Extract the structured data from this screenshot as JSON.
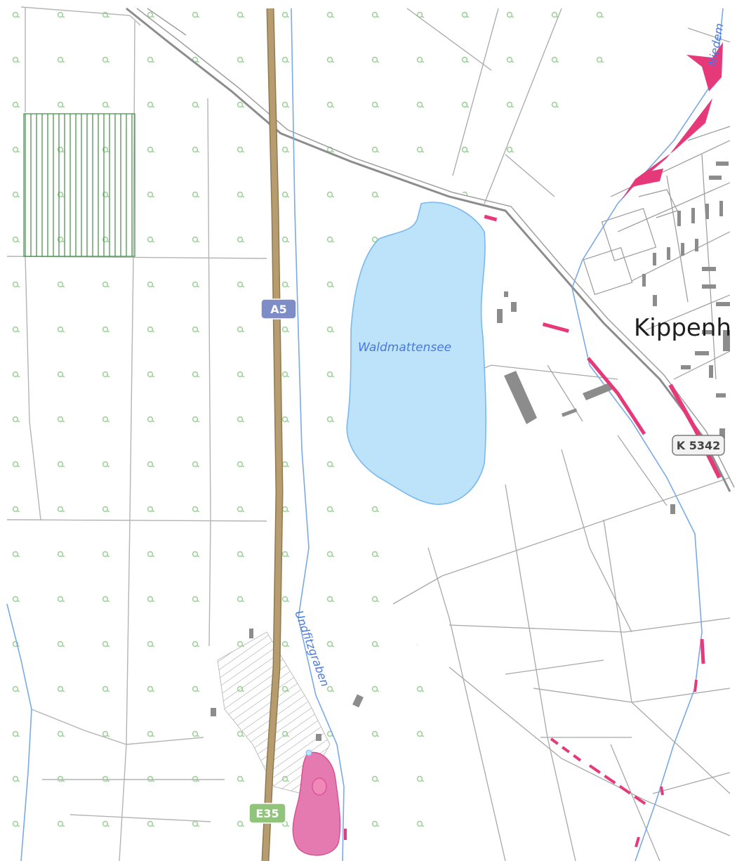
{
  "map": {
    "labels": {
      "lake": "Waldmattensee",
      "town": "Kippenh",
      "stream_west": "Undfitzgraben",
      "stream_northeast": "Niedem"
    },
    "road_shields": {
      "motorway": "A5",
      "european_route": "E35",
      "district_road": "K 5342"
    },
    "colors": {
      "background": "#ffffff",
      "lake_fill": "#bde3fa",
      "lake_outline": "#7ab8ef",
      "stream": "#7aa9e8",
      "motorway": "#b79c6f",
      "motorway_casing": "#8f7a52",
      "road": "#a8a8a8",
      "railway": "#8c8c8c",
      "forest_symbol": "#9fd49a",
      "hatch_area": "#3f8a46",
      "buildings": "#8c8c8c",
      "protected_area": "#e5397a",
      "protected_area_fill": "#e57ab0",
      "shield_motorway_bg": "#7e8dc6",
      "shield_eroute_bg": "#8fc47a",
      "shield_k_bg": "#f2f2f2"
    },
    "icons": [
      "forest-symbol",
      "road-shield"
    ]
  }
}
